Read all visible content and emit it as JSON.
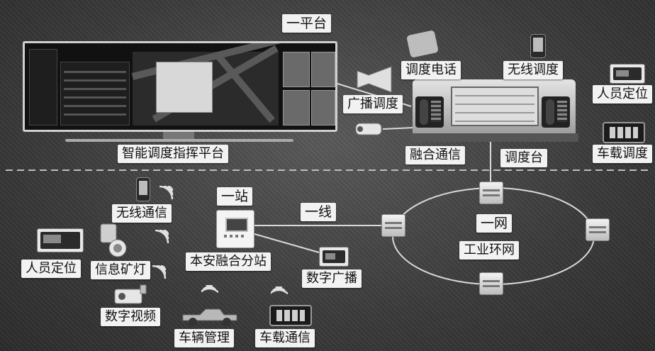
{
  "labels": {
    "platform_heading": "一平台",
    "platform_name": "智能调度指挥平台",
    "dispatch_phone": "调度电话",
    "wireless_dispatch": "无线调度",
    "broadcast_dispatch": "广播调度",
    "personnel_positioning_top": "人员定位",
    "fusion_comm": "融合通信",
    "dispatch_console": "调度台",
    "vehicle_dispatch": "车载调度",
    "station_heading": "一站",
    "line_heading": "一线",
    "network_heading": "一网",
    "industrial_ring": "工业环网",
    "wireless_comm": "无线通信",
    "personnel_positioning_bottom": "人员定位",
    "info_cap_lamp": "信息矿灯",
    "safe_fusion_substation": "本安融合分站",
    "digital_broadcast": "数字广播",
    "digital_video": "数字视频",
    "vehicle_management": "车辆管理",
    "vehicle_comm": "车载通信"
  },
  "colors": {
    "background": "#3b3b3b",
    "label_bg": "#f2f2f2",
    "label_text": "#111111",
    "wire": "#cfcfcf",
    "divider": "#bdbdbd"
  },
  "icons": [
    "monitor-icon",
    "phone-icon",
    "handset-icon",
    "speaker-horn-icon",
    "camera-icon",
    "console-icon",
    "positioning-card-icon",
    "vehicle-tablet-icon",
    "switch-icon",
    "substation-box-icon",
    "cap-lamp-icon",
    "broadcast-box-icon",
    "video-camera-icon",
    "pickup-truck-icon",
    "wifi-waves-icon"
  ]
}
